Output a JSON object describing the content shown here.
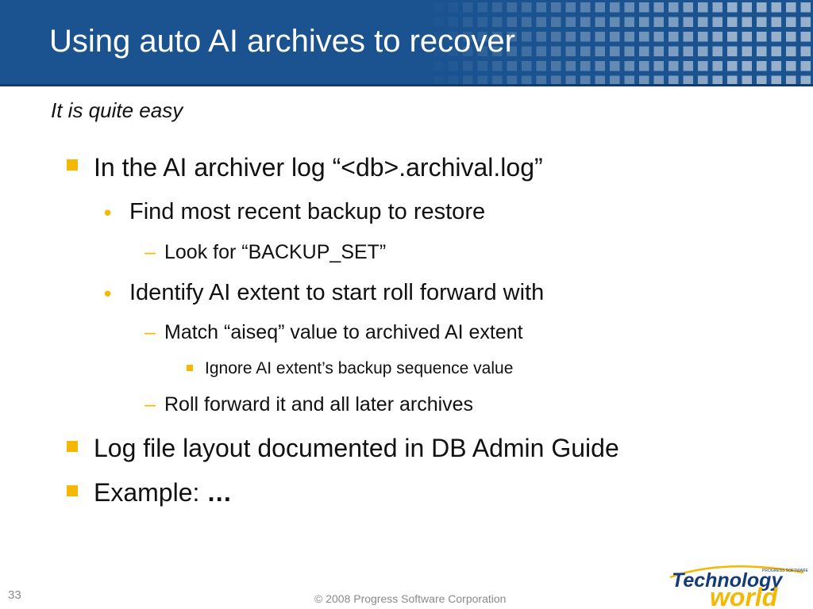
{
  "slide": {
    "title": "Using auto AI archives to recover",
    "subtitle": "It is quite easy",
    "bullets": [
      {
        "level": 1,
        "text": "In the AI archiver log “<db>.archival.log”"
      },
      {
        "level": 2,
        "text": "Find most recent backup to restore"
      },
      {
        "level": 3,
        "text": "Look for “BACKUP_SET”"
      },
      {
        "level": 2,
        "text": "Identify AI extent to start roll forward with"
      },
      {
        "level": 3,
        "text": "Match “aiseq” value to archived AI extent"
      },
      {
        "level": 4,
        "text": "Ignore AI extent’s backup sequence value"
      },
      {
        "level": 3,
        "text": "Roll forward it and all later archives"
      },
      {
        "level": 1,
        "text": "Log file layout documented in DB Admin Guide"
      },
      {
        "level": 1,
        "text": "Example: ",
        "emphasis": "…"
      }
    ]
  },
  "footer": {
    "page_number": "33",
    "copyright": "© 2008 Progress Software Corporation",
    "logo": {
      "word_top": "Technology",
      "word_bottom": "world",
      "tagline": "PROGRESS SOFTWARE"
    }
  },
  "colors": {
    "header_blue": "#1a5390",
    "bullet_gold": "#f5b800",
    "logo_navy": "#143a78",
    "logo_gold": "#f5b800"
  }
}
